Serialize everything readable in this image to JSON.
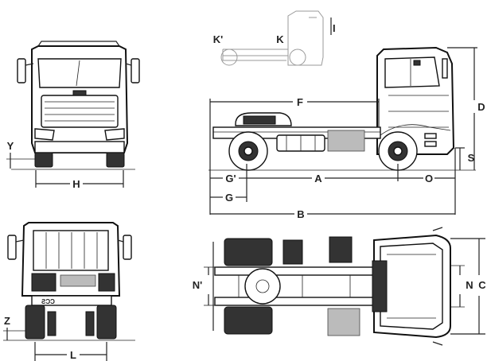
{
  "labels": {
    "Y": "Y",
    "H": "H",
    "Z": "Z",
    "L": "L",
    "K_prime": "K'",
    "K": "K",
    "I": "I",
    "F": "F",
    "D": "D",
    "S": "S",
    "G_prime": "G'",
    "G": "G",
    "A": "A",
    "O": "O",
    "B": "B",
    "N_prime": "N'",
    "N": "N",
    "C": "C"
  }
}
